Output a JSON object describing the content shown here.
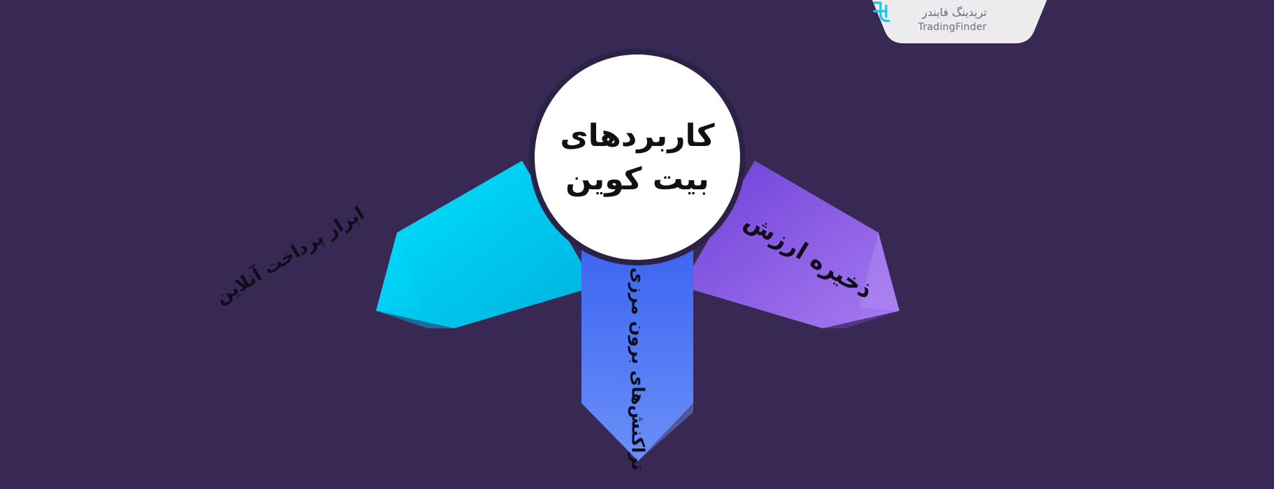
{
  "brand": {
    "name_fa": "تریدینگ فایندر",
    "name_en": "TradingFinder",
    "logo_icon": "tradingfinder-logo-icon"
  },
  "center": {
    "line1": "کاربردهای",
    "line2": "بیت کوین"
  },
  "branches": {
    "left": {
      "label": "ابزار پرداخت آنلاین"
    },
    "down": {
      "label": "تراکنش‌های برون مرزی"
    },
    "right": {
      "label": "ذخیره ارزش"
    }
  },
  "colors": {
    "background": "#382954",
    "left_branch": "#00c8f0",
    "down_branch": "#4d74f5",
    "right_branch": "#8f5ee8",
    "center_circle": "#ffffff",
    "logo_accent": "#19c6e6"
  }
}
